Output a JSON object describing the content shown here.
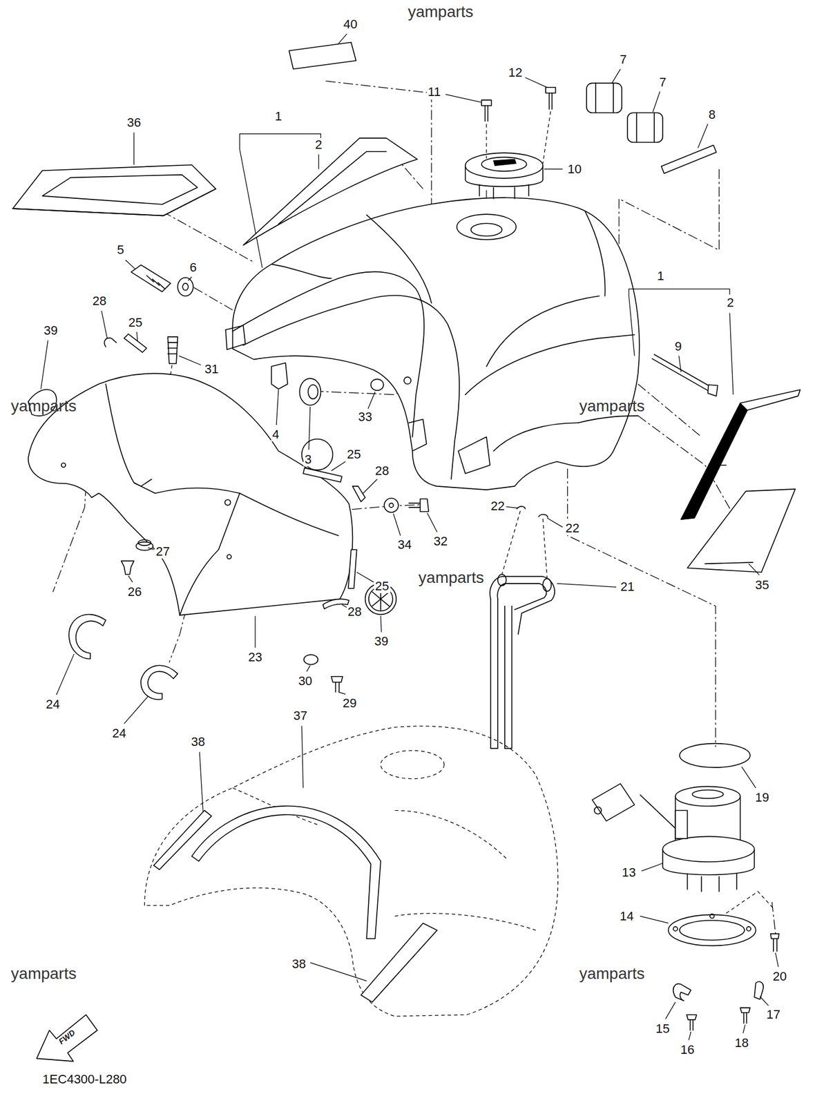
{
  "diagram": {
    "labels": [
      "yamparts",
      "40",
      "7",
      "12",
      "11",
      "7",
      "8",
      "1",
      "36",
      "2",
      "10",
      "5",
      "6",
      "1",
      "28",
      "2",
      "25",
      "39",
      "9",
      "31",
      "yamparts",
      "yamparts",
      "33",
      "4",
      "25",
      "3",
      "28",
      "22",
      "22",
      "32",
      "34",
      "27",
      "yamparts",
      "21",
      "35",
      "25",
      "26",
      "28",
      "39",
      "23",
      "30",
      "29",
      "24",
      "37",
      "24",
      "38",
      "19",
      "13",
      "14",
      "38",
      "yamparts",
      "yamparts",
      "20",
      "17",
      "15",
      "FWD",
      "18",
      "16",
      "1EC4300-L280"
    ]
  }
}
